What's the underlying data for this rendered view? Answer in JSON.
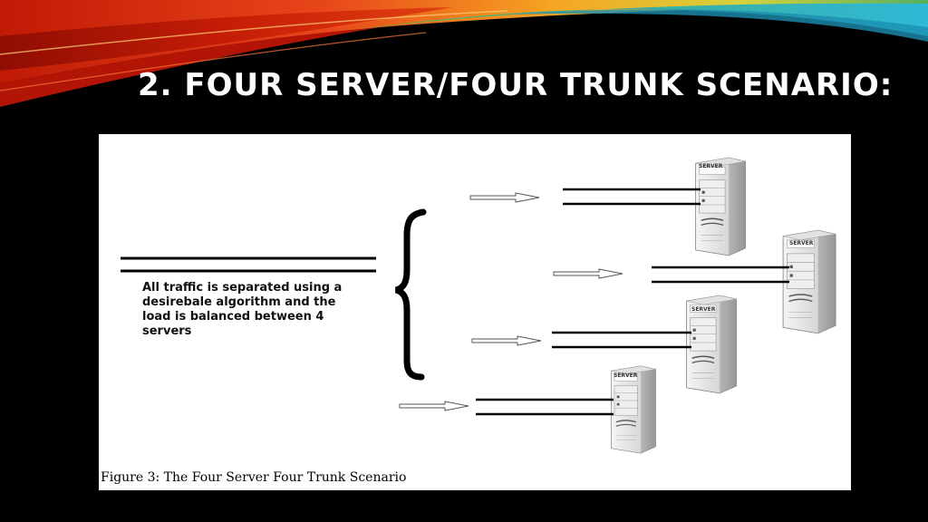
{
  "slide": {
    "title": "2. Four Server/Four Trunk Scenario:"
  },
  "figure": {
    "note": "All traffic is separated using a desirebale algorithm and the load is balanced between 4 servers",
    "caption": "Figure 3: The Four Server Four Trunk Scenario",
    "server_labels": [
      "SERVER",
      "SERVER",
      "SERVER",
      "SERVER"
    ]
  },
  "colors": {
    "background": "#000000",
    "panel": "#ffffff",
    "swoosh": [
      "#f5a623",
      "#d81e05",
      "#9acd32",
      "#2fb9d6"
    ]
  }
}
